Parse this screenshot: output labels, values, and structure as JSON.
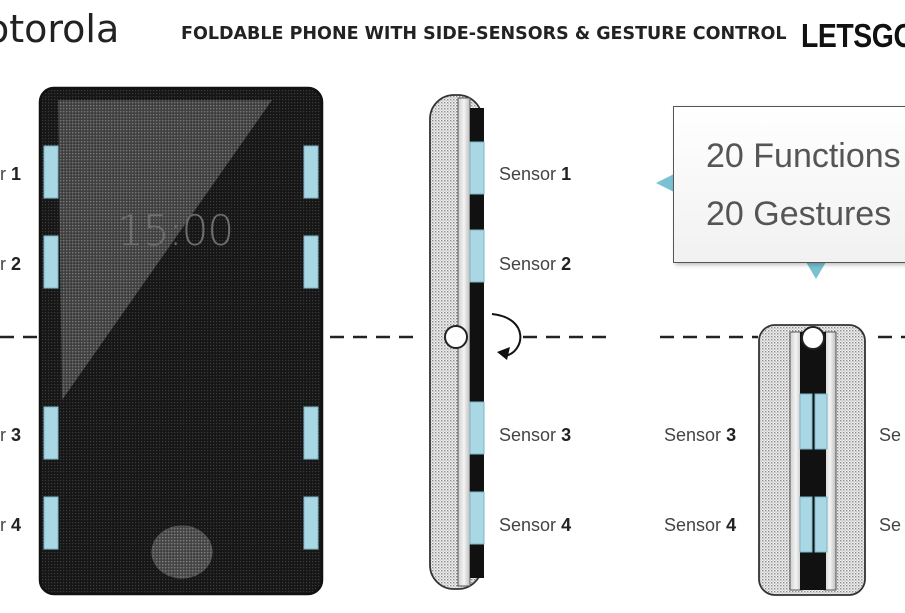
{
  "header": {
    "brand": "otorola",
    "title": "FOLDABLE PHONE WITH SIDE-SENSORS & GESTURE CONTROL",
    "logo": "LETSGO"
  },
  "phone": {
    "clock": "15:00"
  },
  "left_labels": [
    {
      "prefix": "r",
      "num": "1"
    },
    {
      "prefix": "r",
      "num": "2"
    },
    {
      "prefix": "r",
      "num": "3"
    },
    {
      "prefix": "r",
      "num": "4"
    }
  ],
  "side_labels": [
    {
      "word": "Sensor",
      "num": "1"
    },
    {
      "word": "Sensor",
      "num": "2"
    },
    {
      "word": "Sensor",
      "num": "3"
    },
    {
      "word": "Sensor",
      "num": "4"
    }
  ],
  "folded_labels": [
    {
      "word": "Sensor",
      "num": "3"
    },
    {
      "word": "Sensor",
      "num": "4"
    }
  ],
  "right_cut_labels": [
    "Se",
    "Se"
  ],
  "callout": {
    "line1": "20 Functions",
    "line2": "20 Gestures"
  },
  "colors": {
    "sensor": "#a9d7e4",
    "sensor_stroke": "#7fb7c8",
    "phone_dark": "#141414",
    "arrow": "#7ac2d3"
  }
}
